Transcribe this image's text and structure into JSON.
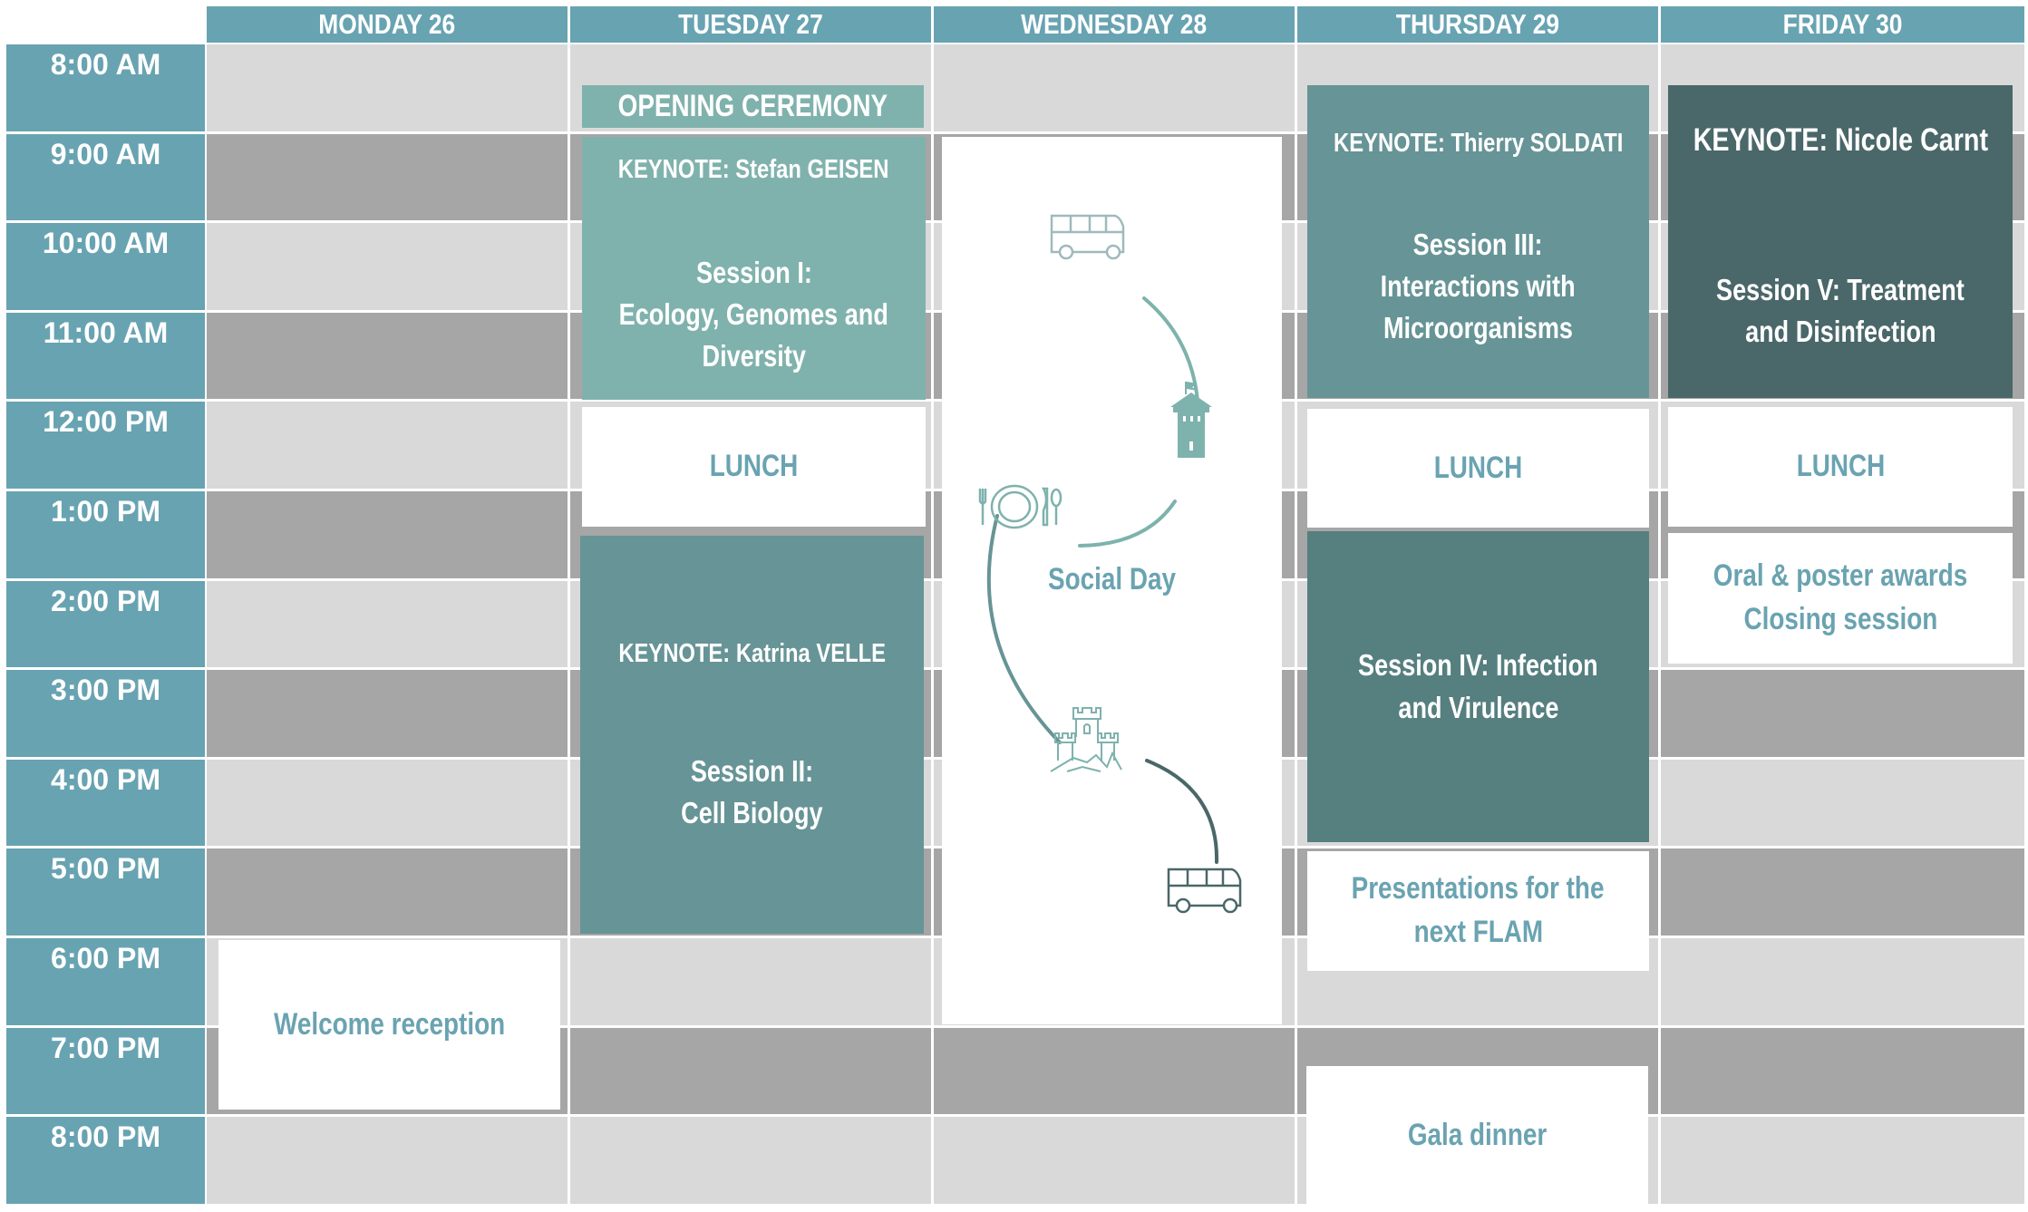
{
  "title": "Conference weekly programme",
  "colors": {
    "header": "#68a3b2",
    "slot_light": "#d9d9d9",
    "slot_dark": "#a6a6a6",
    "session_light": "#80b2ad",
    "session_mid": "#679496",
    "session_teal_dark": "#567f7f",
    "session_darkest": "#4a6769",
    "white_text": "#6aa3b1"
  },
  "days": [
    {
      "label": "MONDAY 26"
    },
    {
      "label": "TUESDAY 27"
    },
    {
      "label": "WEDNESDAY 28"
    },
    {
      "label": "THURSDAY 29"
    },
    {
      "label": "FRIDAY 30"
    }
  ],
  "times": [
    "8:00 AM",
    "9:00 AM",
    "10:00 AM",
    "11:00 AM",
    "12:00 PM",
    "1:00 PM",
    "2:00 PM",
    "3:00 PM",
    "4:00 PM",
    "5:00 PM",
    "6:00 PM",
    "7:00 PM",
    "8:00 PM"
  ],
  "events": {
    "monday": {
      "welcome": {
        "label": "Welcome reception"
      }
    },
    "tuesday": {
      "opening": {
        "label": "OPENING CEREMONY"
      },
      "session1": {
        "keynote": "KEYNOTE: Stefan GEISEN",
        "line1": "Session I:",
        "line2": "Ecology, Genomes and",
        "line3": "Diversity"
      },
      "lunch": {
        "label": "LUNCH"
      },
      "session2": {
        "keynote": "KEYNOTE: Katrina VELLE",
        "line1": "Session II:",
        "line2": "Cell Biology"
      }
    },
    "wednesday": {
      "social": {
        "label": "Social Day",
        "icons": [
          "bus-icon",
          "tower-icon",
          "dining-icon",
          "castle-icon",
          "bus-icon"
        ]
      }
    },
    "thursday": {
      "session3": {
        "keynote": "KEYNOTE: Thierry SOLDATI",
        "line1": "Session III:",
        "line2": "Interactions with",
        "line3": "Microorganisms"
      },
      "lunch": {
        "label": "LUNCH"
      },
      "session4": {
        "line1": "Session IV: Infection",
        "line2": "and Virulence"
      },
      "presentations": {
        "line1": "Presentations for the",
        "line2": "next FLAM"
      },
      "gala": {
        "label": "Gala dinner"
      }
    },
    "friday": {
      "session5": {
        "keynote": "KEYNOTE: Nicole Carnt",
        "line1": "Session V: Treatment",
        "line2": "and Disinfection"
      },
      "lunch": {
        "label": "LUNCH"
      },
      "closing": {
        "line1": "Oral & poster awards",
        "line2": "Closing session"
      }
    }
  }
}
